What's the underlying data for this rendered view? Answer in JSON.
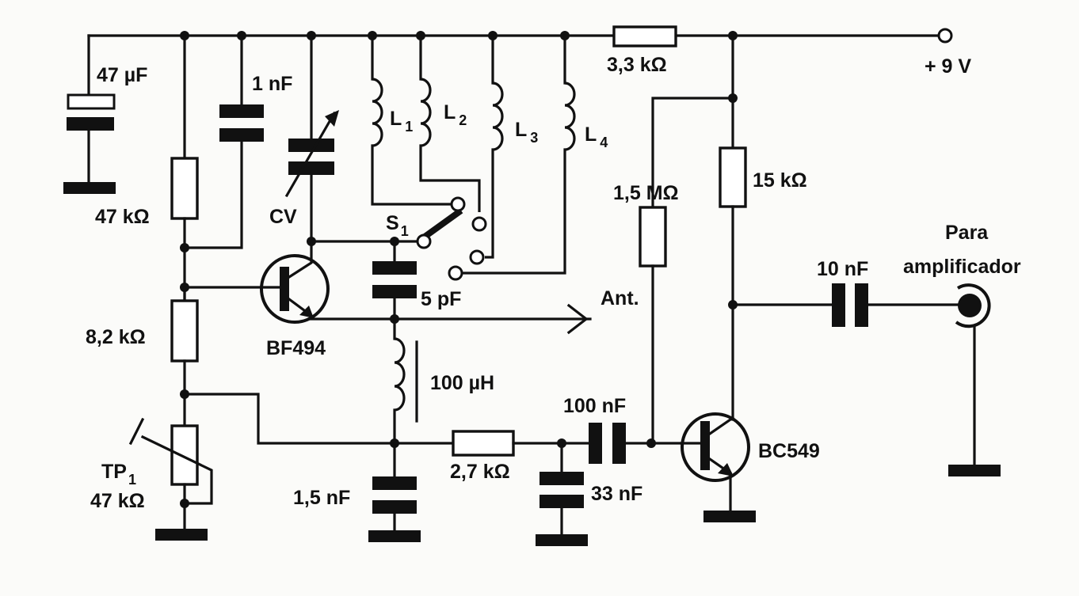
{
  "title": "Oscillator / RF front-end schematic with BF494 and BC549",
  "components": {
    "c_47uF": {
      "type": "electrolytic-capacitor",
      "label": "47 µF"
    },
    "r_47k_top": {
      "type": "resistor",
      "label": "47 kΩ"
    },
    "c_1nF": {
      "type": "capacitor",
      "label": "1 nF"
    },
    "cv": {
      "type": "variable-capacitor",
      "label": "CV"
    },
    "l1": {
      "type": "inductor",
      "label": "L",
      "sub": "1"
    },
    "l2": {
      "type": "inductor",
      "label": "L",
      "sub": "2"
    },
    "l3": {
      "type": "inductor",
      "label": "L",
      "sub": "3"
    },
    "l4": {
      "type": "inductor",
      "label": "L",
      "sub": "4"
    },
    "r_3k3": {
      "type": "resistor",
      "label": "3,3 kΩ"
    },
    "supply": {
      "type": "terminal",
      "label": "+ 9 V"
    },
    "s1": {
      "type": "rotary-switch",
      "label": "S",
      "sub": "1"
    },
    "c_5pF": {
      "type": "capacitor",
      "label": "5 pF"
    },
    "q1": {
      "type": "npn-transistor",
      "label": "BF494"
    },
    "antenna": {
      "type": "antenna-input",
      "label": "Ant."
    },
    "r_8k2": {
      "type": "resistor",
      "label": "8,2 kΩ"
    },
    "tp1": {
      "type": "trimpot",
      "label": "TP",
      "sub": "1",
      "value": "47 kΩ"
    },
    "l_100uH": {
      "type": "inductor",
      "label": "100 µH"
    },
    "c_1n5": {
      "type": "capacitor",
      "label": "1,5 nF"
    },
    "r_2k7": {
      "type": "resistor",
      "label": "2,7 kΩ"
    },
    "c_33nF": {
      "type": "capacitor",
      "label": "33 nF"
    },
    "c_100nF": {
      "type": "capacitor",
      "label": "100 nF"
    },
    "r_1M5": {
      "type": "resistor",
      "label": "1,5 MΩ"
    },
    "r_15k": {
      "type": "resistor",
      "label": "15 kΩ"
    },
    "q2": {
      "type": "npn-transistor",
      "label": "BC549"
    },
    "c_10nF": {
      "type": "capacitor",
      "label": "10 nF"
    },
    "output": {
      "type": "jack",
      "label_line1": "Para",
      "label_line2": "amplificador"
    }
  }
}
